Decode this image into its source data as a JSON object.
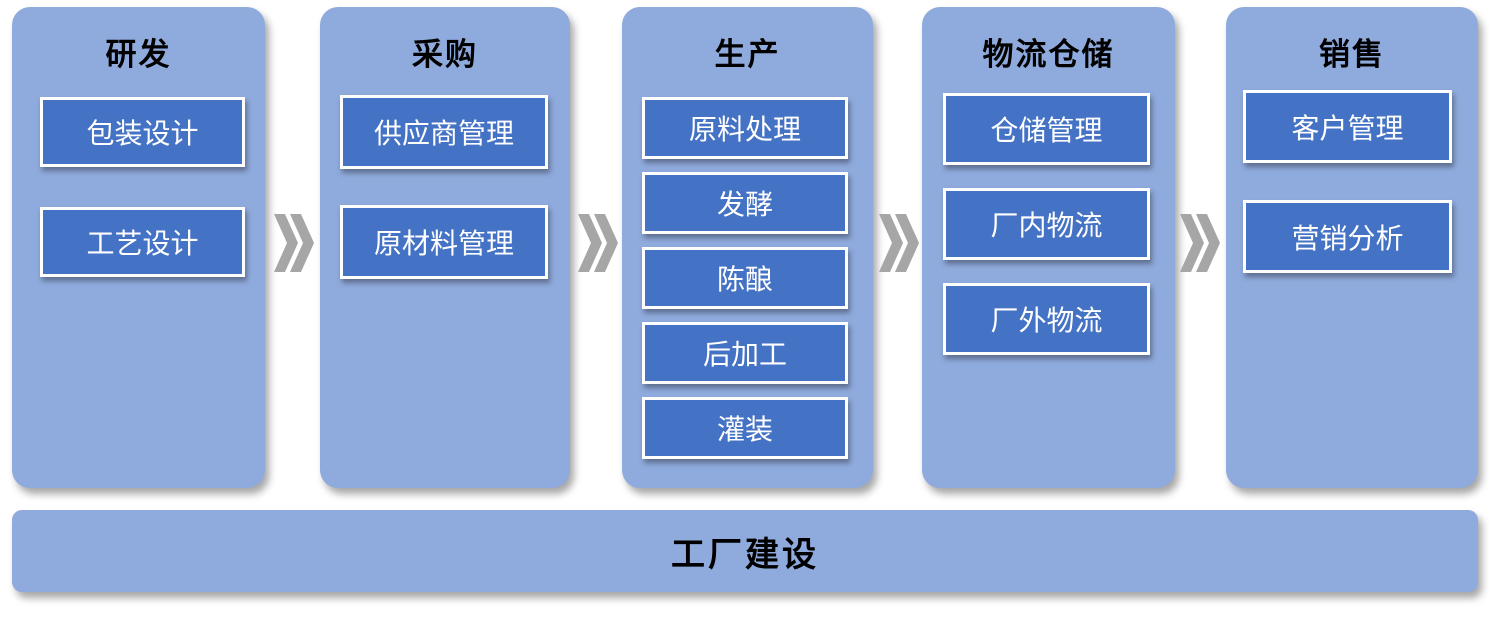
{
  "diagram": {
    "title": "production-value-chain",
    "stages": [
      {
        "title": "研发",
        "items": [
          "包装设计",
          "工艺设计"
        ]
      },
      {
        "title": "采购",
        "items": [
          "供应商管理",
          "原材料管理"
        ]
      },
      {
        "title": "生产",
        "items": [
          "原料处理",
          "发酵",
          "陈酿",
          "后加工",
          "灌装"
        ]
      },
      {
        "title": "物流仓储",
        "items": [
          "仓储管理",
          "厂内物流",
          "厂外物流"
        ]
      },
      {
        "title": "销售",
        "items": [
          "客户管理",
          "营销分析"
        ]
      }
    ],
    "foundation": {
      "label": "工厂建设"
    },
    "arrow_icon": "chevron-double-right-icon",
    "arrow_count": 4,
    "colors": {
      "column_fill": "#8FAADC",
      "box_fill": "#4472C4",
      "box_border": "#FFFFFF",
      "header_text": "#000000",
      "box_text": "#FFFFFF",
      "arrow": "#A6A6A6",
      "background": "#FFFFFF"
    }
  }
}
